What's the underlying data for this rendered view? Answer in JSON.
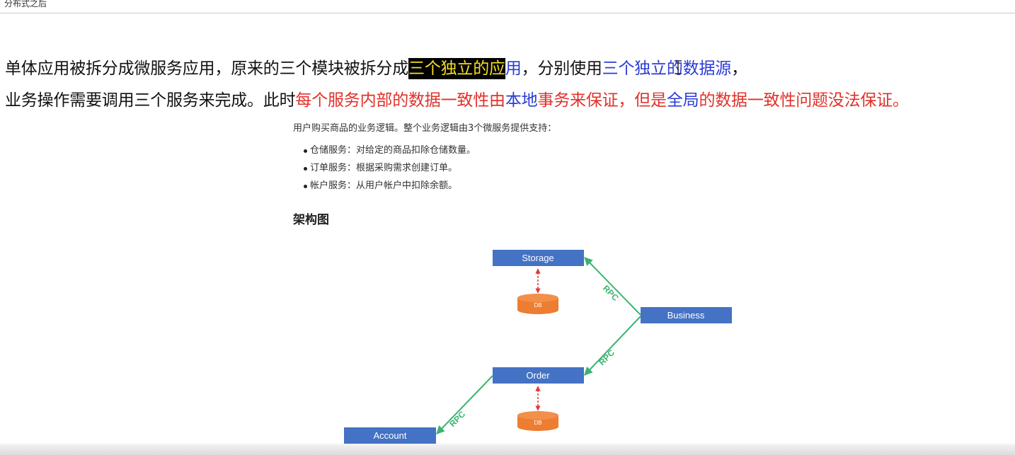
{
  "header": {
    "title": "分布式之后"
  },
  "paragraph": {
    "line1": {
      "t1": "单体应用被拆分成微服务应用，原来的三个模块被拆分成",
      "t2": "三个独立的应",
      "t3": "用",
      "t4": "，分别使用",
      "t5": "三个独立的数据源",
      "t6": "，"
    },
    "line2": {
      "t1": "业务操作需要调用三个服务来完成。此时",
      "t2": "每个服务内部的数据一致性由",
      "t3": "本地",
      "t4": "事务来保证，但是",
      "t5": "全局",
      "t6": "的数据一致性问题没法保证。"
    }
  },
  "doc": {
    "intro": "用户购买商品的业务逻辑。整个业务逻辑由3个微服务提供支持：",
    "bullets": [
      "仓储服务：对给定的商品扣除仓储数量。",
      "订单服务：根据采购需求创建订单。",
      "帐户服务：从用户帐户中扣除余额。"
    ],
    "arch_title": "架构图"
  },
  "diagram": {
    "nodes": {
      "storage": "Storage",
      "business": "Business",
      "order": "Order",
      "account": "Account"
    },
    "db_label": "DB",
    "edge_label": "RPC",
    "colors": {
      "node": "#4472c4",
      "db": "#ed7d31",
      "arrow": "#3cb371",
      "db_link": "#e53935"
    }
  }
}
